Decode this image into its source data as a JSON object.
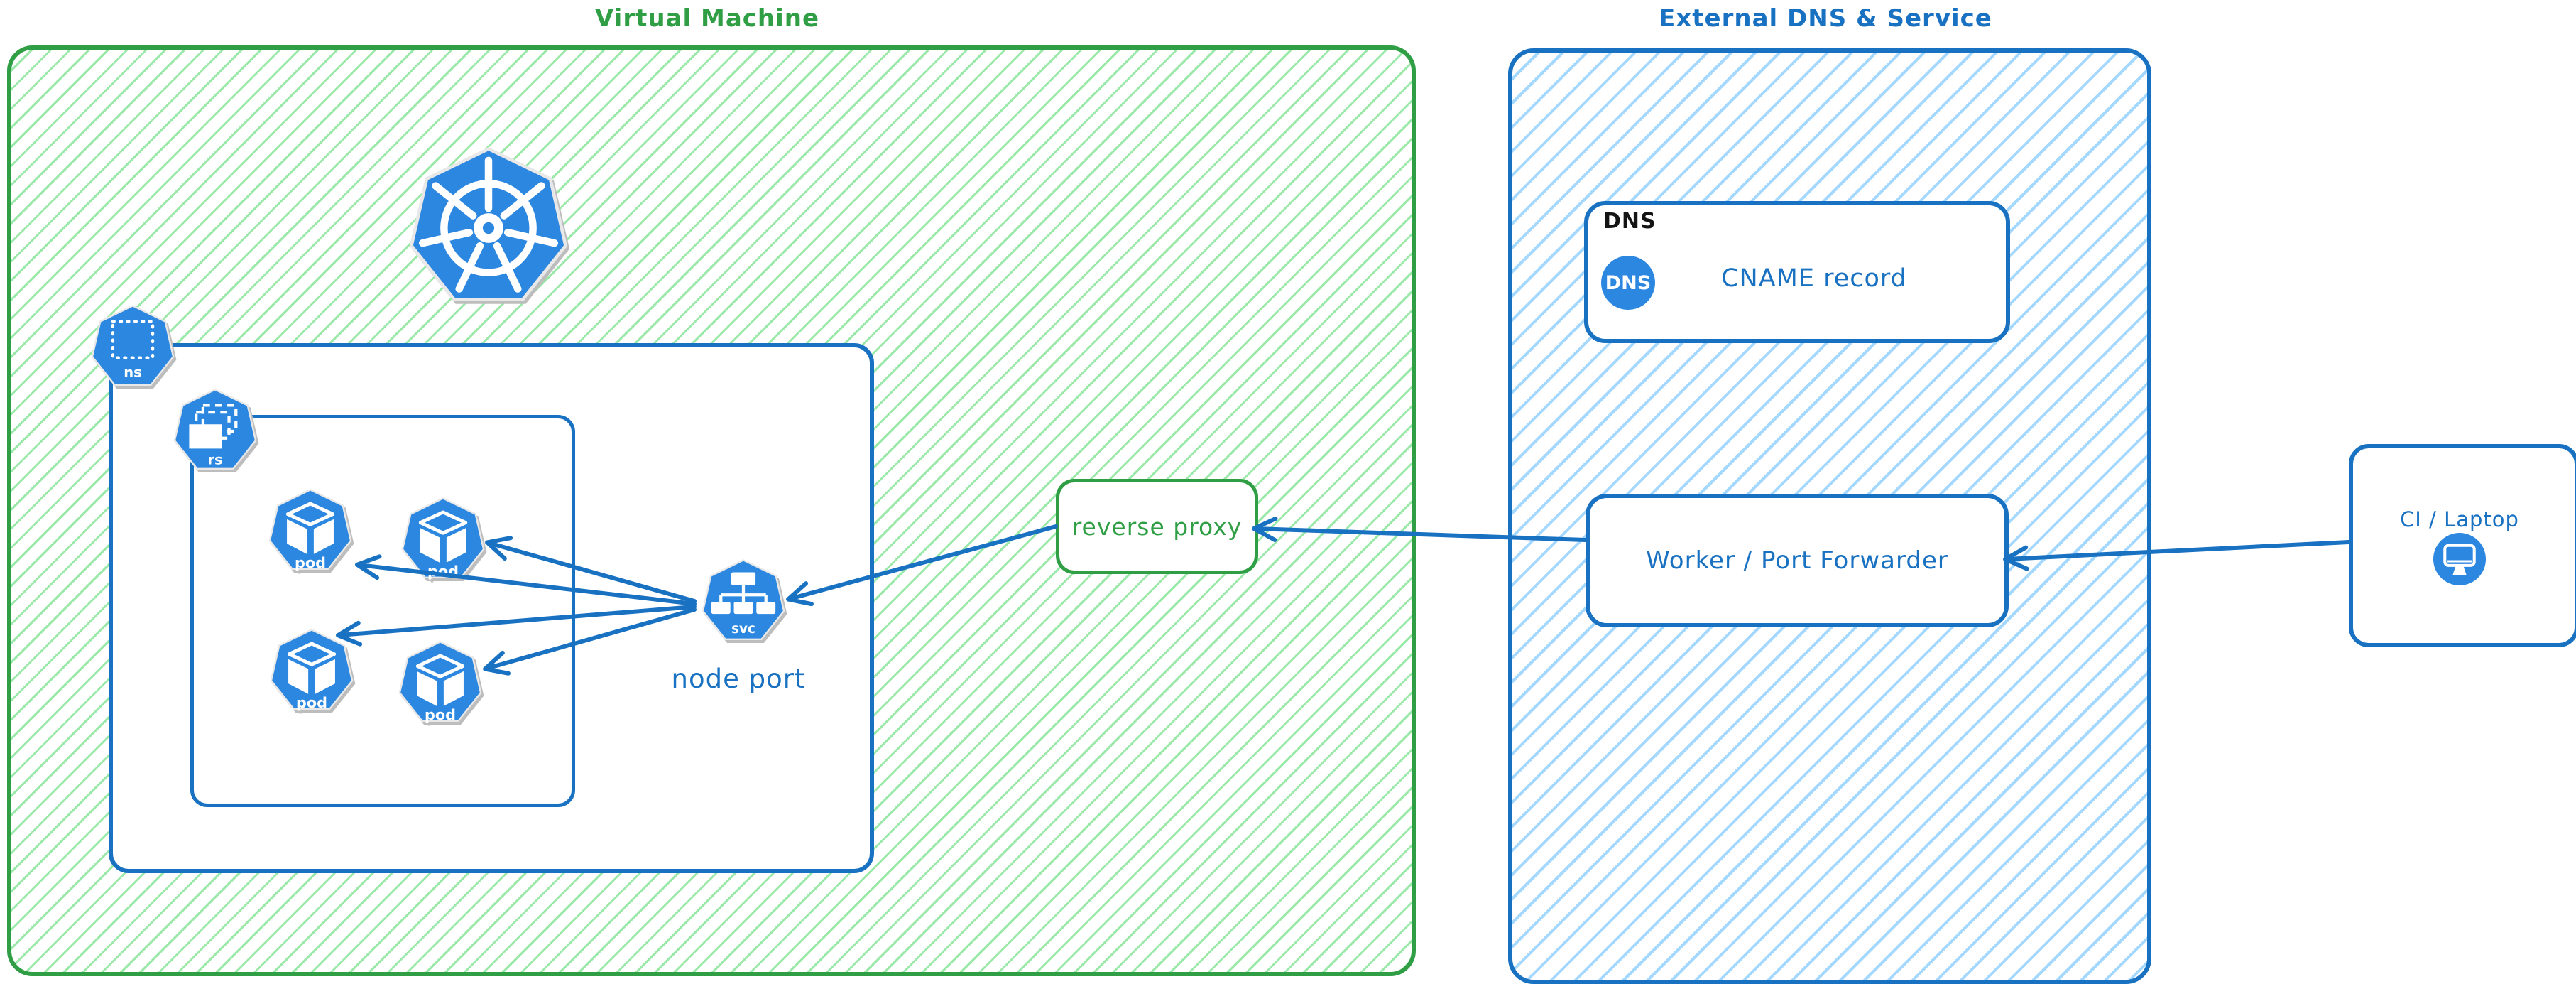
{
  "colors": {
    "green": "#2f9e44",
    "green_hatch": "#9be9a8",
    "blue": "#1971c2",
    "blue_hatch": "#a5d8ff",
    "icon_blue": "#2b87e0",
    "ink": "#141414"
  },
  "vm": {
    "title": "Virtual Machine"
  },
  "external": {
    "title": "External DNS & Service"
  },
  "namespace": {
    "badge": "ns"
  },
  "replicaset": {
    "badge": "rs"
  },
  "pods": [
    {
      "label": "pod"
    },
    {
      "label": "pod"
    },
    {
      "label": "pod"
    },
    {
      "label": "pod"
    }
  ],
  "service": {
    "badge": "svc",
    "label": "node port"
  },
  "reverse_proxy": {
    "label": "reverse proxy"
  },
  "dns_card": {
    "tag": "DNS",
    "badge": "DNS",
    "label": "CNAME record"
  },
  "worker_card": {
    "label": "Worker / Port Forwarder"
  },
  "ci_card": {
    "label": "CI / Laptop"
  }
}
